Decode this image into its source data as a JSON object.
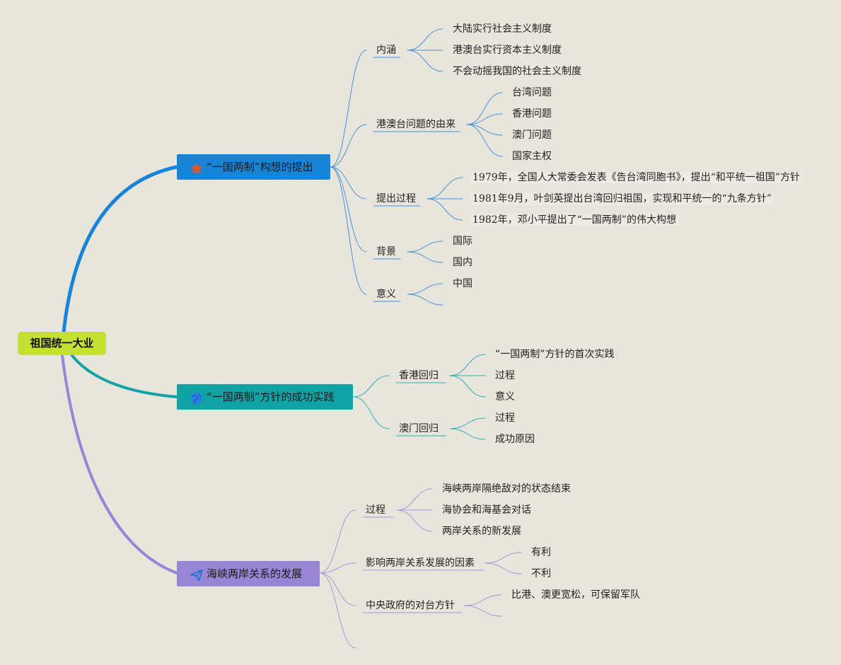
{
  "root": {
    "label": "祖国统一大业"
  },
  "branches": [
    {
      "label": "“一国两制”构想的提出",
      "icon": "star-icon",
      "color": "#1784d8",
      "children": [
        {
          "label": "内涵",
          "children": [
            "大陆实行社会主义制度",
            "港澳台实行资本主义制度",
            "不会动摇我国的社会主义制度"
          ]
        },
        {
          "label": "港澳台问题的由来",
          "children": [
            "台湾问题",
            "香港问题",
            "澳门问题",
            "国家主权"
          ]
        },
        {
          "label": "提出过程",
          "children": [
            "1979年，全国人大常委会发表《告台湾同胞书》，提出“和平统一祖国”方针",
            "1981年9月，叶剑英提出台湾回归祖国，实现和平统一的“九条方针”",
            "1982年，邓小平提出了“一国两制”的伟大构想"
          ]
        },
        {
          "label": "背景",
          "children": [
            "国际",
            "国内"
          ]
        },
        {
          "label": "意义",
          "children": [
            "中国",
            ""
          ]
        }
      ]
    },
    {
      "label": "“一国两制”方针的成功实践",
      "icon": "globe-icon",
      "color": "#10a3a4",
      "children": [
        {
          "label": "香港回归",
          "children": [
            "“一国两制”方针的首次实践",
            "过程",
            "意义"
          ]
        },
        {
          "label": "澳门回归",
          "children": [
            "过程",
            "成功原因"
          ]
        }
      ]
    },
    {
      "label": "海峡两岸关系的发展",
      "icon": "paper-plane-icon",
      "color": "#9985d5",
      "children": [
        {
          "label": "过程",
          "children": [
            "海峡两岸隔绝敌对的状态结束",
            "海协会和海基会对话",
            "两岸关系的新发展"
          ]
        },
        {
          "label": "影响两岸关系发展的因素",
          "children": [
            "有利",
            "不利"
          ]
        },
        {
          "label": "中央政府的对台方针",
          "children": [
            "比港、澳更宽松，可保留军队",
            ""
          ]
        },
        {
          "label": "",
          "children": []
        }
      ]
    }
  ]
}
